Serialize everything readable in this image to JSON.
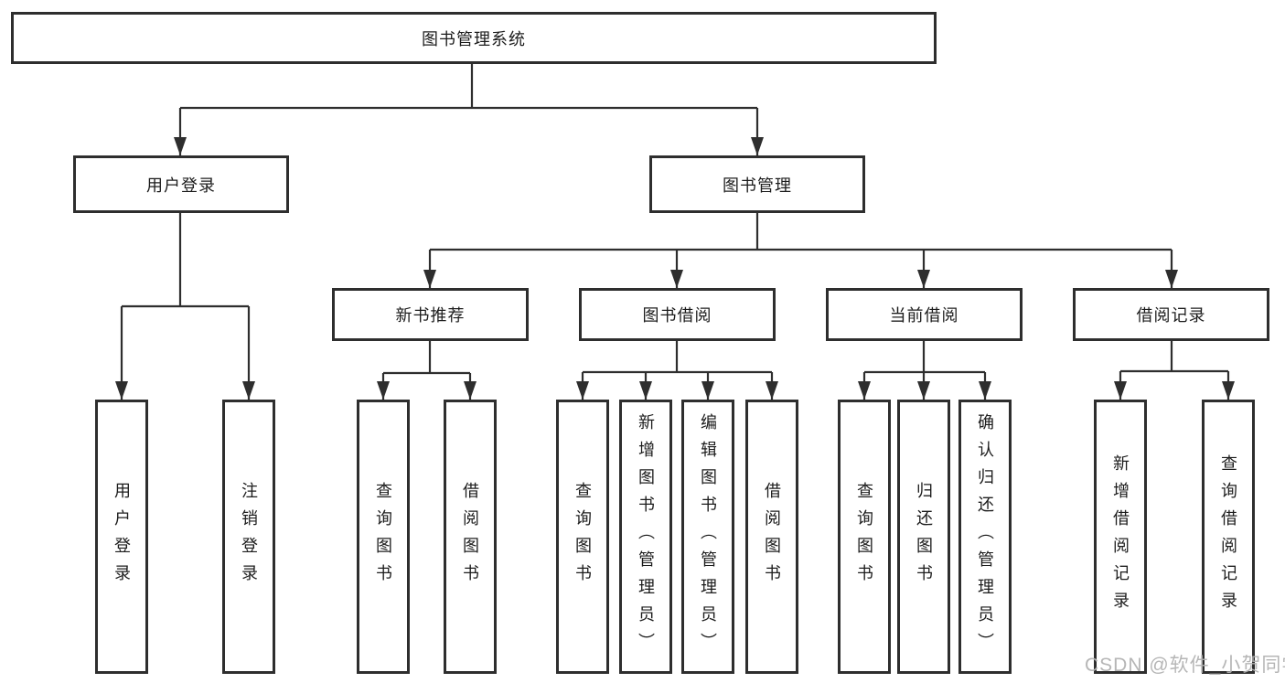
{
  "nodes": {
    "root": "图书管理系统",
    "user_login": "用户登录",
    "book_management": "图书管理",
    "new_book_recommend": "新书推荐",
    "book_borrowing": "图书借阅",
    "current_borrowing": "当前借阅",
    "borrowing_records": "借阅记录",
    "user_login_leaf": "用户登录",
    "logout_leaf": "注销登录",
    "rec_query_books": "查询图书",
    "rec_borrow_books": "借阅图书",
    "bb_query_books": "查询图书",
    "bb_add_books": "新增图书（管理员）",
    "bb_edit_books": "编辑图书（管理员）",
    "bb_borrow_books": "借阅图书",
    "cb_query_books": "查询图书",
    "cb_return_books": "归还图书",
    "cb_confirm_return": "确认归还（管理员）",
    "br_add_record": "新增借阅记录",
    "br_query_record": "查询借阅记录"
  },
  "watermark": "CSDN @软件_小贺同学",
  "colors": {
    "line": "#2e2e2e",
    "box_border": "#2e2e2e",
    "box_fill": "#ffffff",
    "text": "#1c1c1c",
    "watermark": "#b3b3b3"
  }
}
